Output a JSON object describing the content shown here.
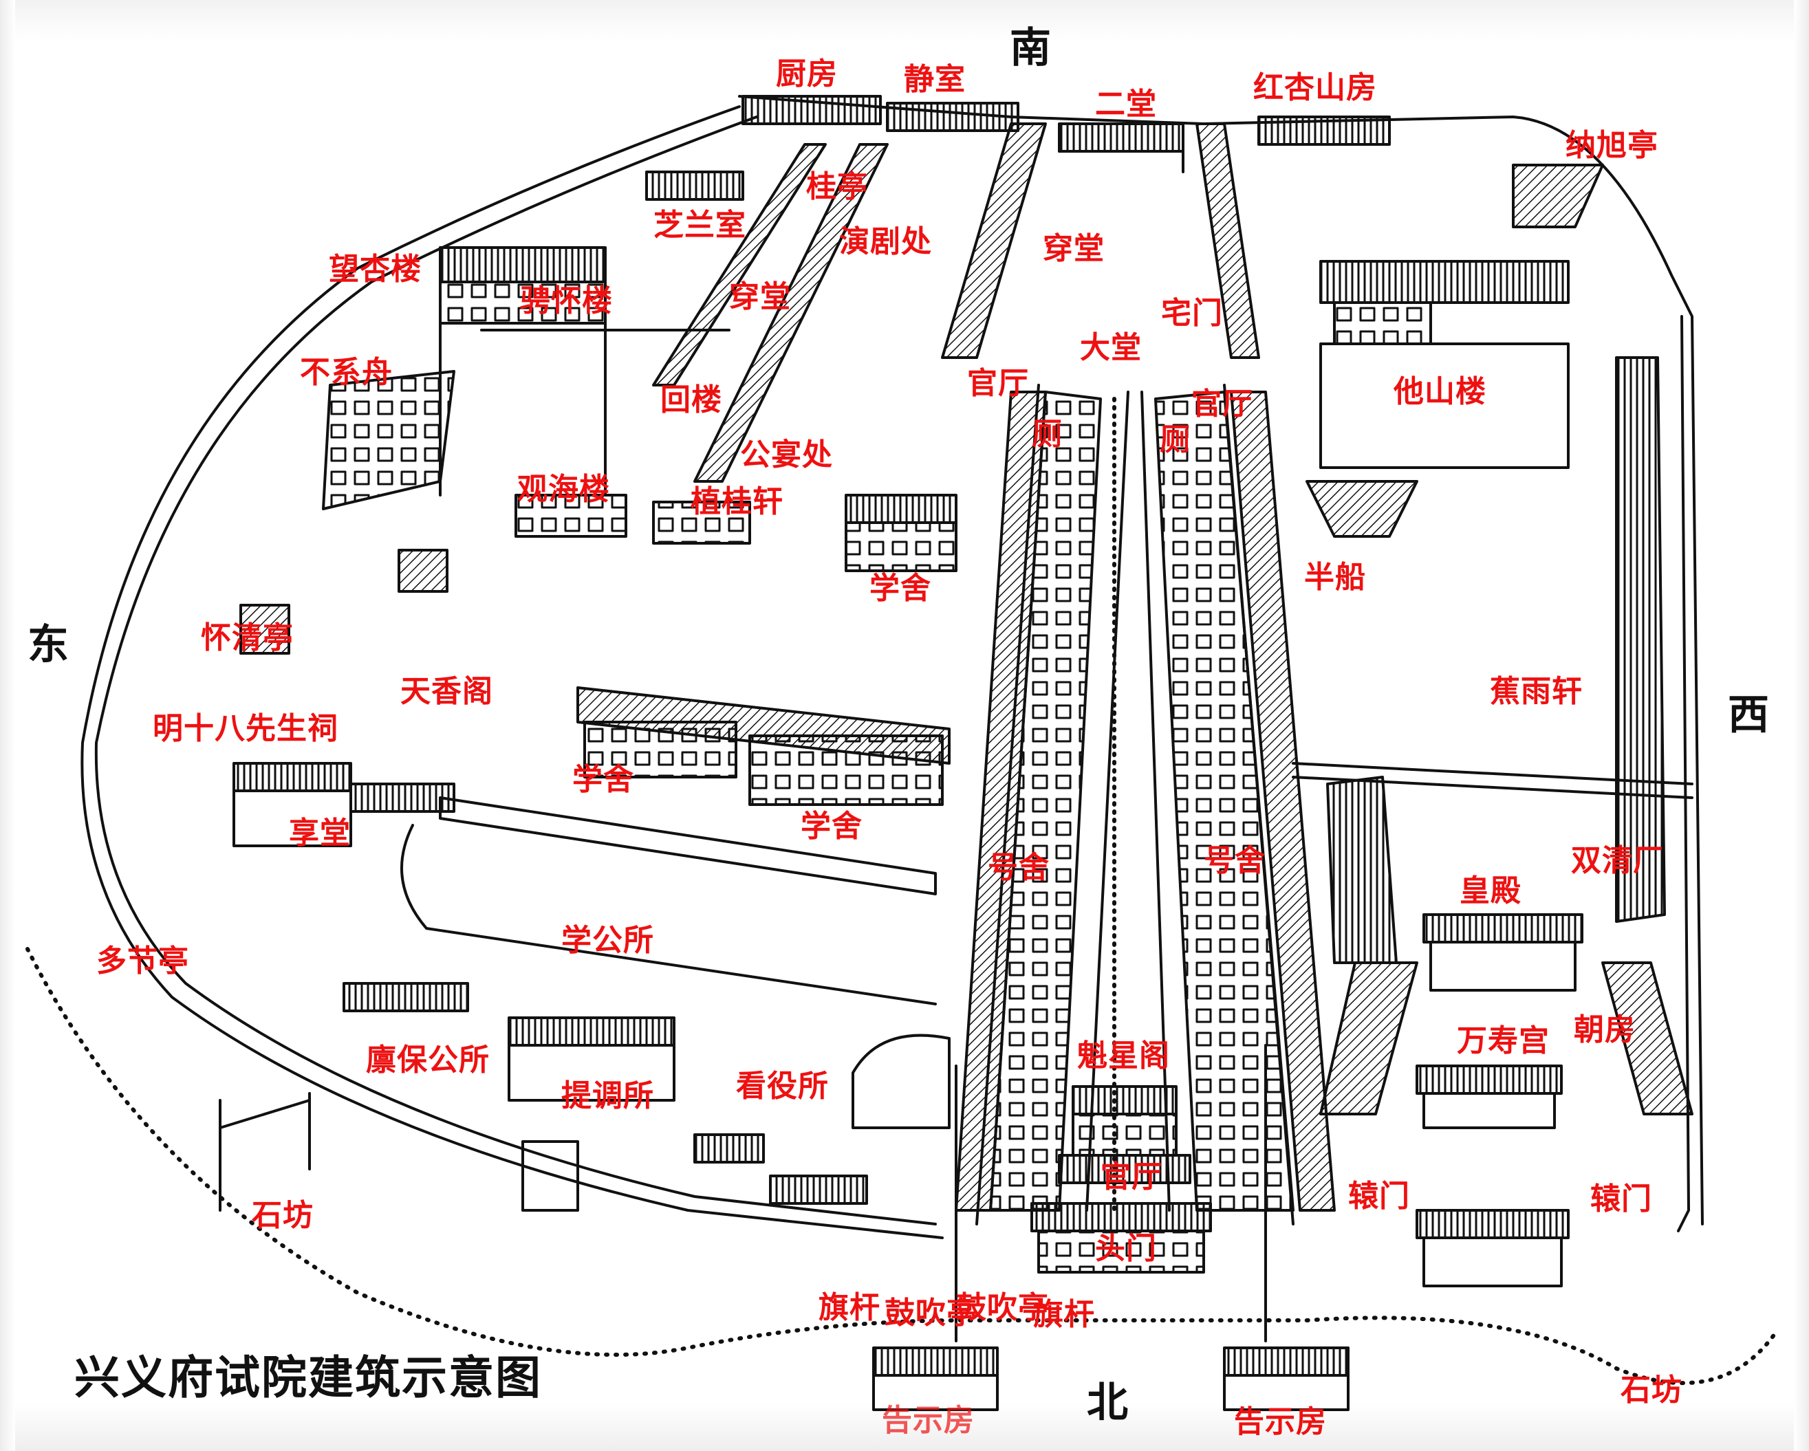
{
  "title": "兴义府试院建筑示意图",
  "colors": {
    "label": "#ee1111",
    "ink": "#111111",
    "paper": "#ffffff"
  },
  "directions": {
    "south": "南",
    "north": "北",
    "east": "东",
    "west": "西"
  },
  "buildings": {
    "kitchen": "厨房",
    "quiet_room": "静室",
    "second_hall": "二堂",
    "hongxing_house": "红杏山房",
    "naxu_pavilion": "纳旭亭",
    "osmanthus_pavilion": "桂亭",
    "zhilan_room": "芝兰室",
    "opera_stage": "演剧处",
    "passage_hall_1": "穿堂",
    "passage_hall_2": "穿堂",
    "wangxing_tower": "望杏楼",
    "pinhuai_tower": "骋怀楼",
    "residence_gate": "宅门",
    "great_hall": "大堂",
    "official_hall_left": "官厅",
    "official_hall_right": "官厅",
    "tashan_tower": "他山楼",
    "buxi_boat": "不系舟",
    "hui_tower": "回楼",
    "banquet_place": "公宴处",
    "toilet_left": "厕",
    "toilet_right": "厕",
    "guanhai_tower": "观海楼",
    "zhigui_pavilion": "植桂轩",
    "half_boat": "半船",
    "school_dorm_1": "学舍",
    "huaiqing_pavilion": "怀清亭",
    "tianxiang_pavilion": "天香阁",
    "jiaoyu_pavilion": "蕉雨轩",
    "ming18_shrine": "明十八先生祠",
    "school_dorm_2": "学舍",
    "school_dorm_3": "学舍",
    "sacrifice_hall": "享堂",
    "cell_left": "号舍",
    "cell_right": "号舍",
    "shuangqing_hall": "双清厂",
    "imperial_hall": "皇殿",
    "duojie_pavilion": "多节亭",
    "school_office": "学公所",
    "wanshou_palace": "万寿宫",
    "court_room": "朝房",
    "kuixing_pavilion": "魁星阁",
    "linbao_office": "廪保公所",
    "kanyi_office": "看役所",
    "tidiao_office": "提调所",
    "official_hall_south": "官厅",
    "stone_arch_left": "石坊",
    "yuan_gate_left": "辕门",
    "yuan_gate_right": "辕门",
    "head_gate": "头门",
    "flagpole_left": "旗杆",
    "drum_pavilion_left": "鼓吹亭",
    "drum_pavilion_right": "鼓吹亭",
    "flagpole_right": "旗杆",
    "notice_house_left": "告示房",
    "notice_house_right": "告示房",
    "stone_arch_right": "石坊"
  }
}
